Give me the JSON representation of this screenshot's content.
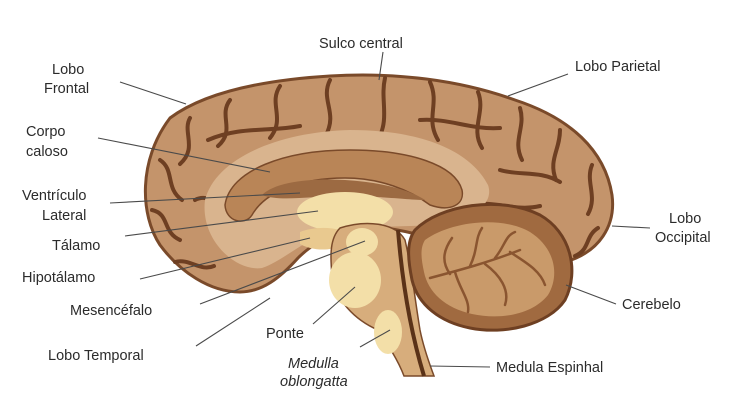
{
  "diagram": {
    "labels": {
      "sulco_central": "Sulco central",
      "lobo_frontal_1": "Lobo",
      "lobo_frontal_2": "Frontal",
      "lobo_parietal": "Lobo Parietal",
      "corpo_caloso_1": "Corpo",
      "corpo_caloso_2": "caloso",
      "ventriculo_1": "Ventrículo",
      "ventriculo_2": "Lateral",
      "talamo": "Tálamo",
      "hipotalamo": "Hipotálamo",
      "mesencefalo": "Mesencéfalo",
      "lobo_temporal": "Lobo Temporal",
      "ponte": "Ponte",
      "medulla_1": "Medulla",
      "medulla_2": "oblongatta",
      "medula_espinhal": "Medula Espinhal",
      "cerebelo": "Cerebelo",
      "lobo_occipital_1": "Lobo",
      "lobo_occipital_2": "Occipital"
    },
    "colors": {
      "cortex": "#c4946b",
      "cortex_outline": "#7a4a2a",
      "sulci": "#6e3f22",
      "inner": "#d9b48e",
      "corpus": "#b98557",
      "ventricle": "#9c6a42",
      "thalamus": "#f3dfa8",
      "brainstem": "#d7ad7c",
      "cerebellum": "#a06a40",
      "cerebellum_inner": "#c99a6a",
      "lines": "#4a4a4a"
    }
  }
}
